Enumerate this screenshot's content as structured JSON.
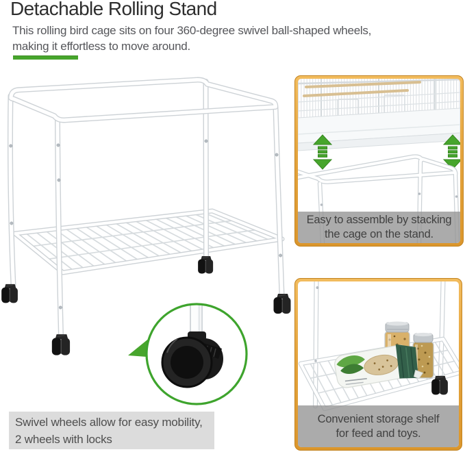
{
  "header": {
    "title": "Detachable Rolling Stand",
    "desc_line1": "This rolling bird cage sits on four 360-degree swivel ball-shaped wheels,",
    "desc_line2": "making it effortless to move around."
  },
  "callouts": {
    "assemble": {
      "line1": "Easy to assemble by stacking",
      "line2": "the cage on the stand."
    },
    "storage": {
      "line1": "Convenient storage shelf",
      "line2": "for feed and toys."
    },
    "wheels": {
      "line1": "Swivel wheels allow for easy mobility,",
      "line2": "2 wheels with locks"
    }
  },
  "colors": {
    "accent_green": "#47A52C",
    "callout_border_orange": "#E5A53E",
    "caption_band_gray": "#ABABAB",
    "wheel_caption_gray": "#DCDCDC",
    "title_text": "#2E2E2E",
    "body_text": "#55565A",
    "stand_outline": "#CDD2D6"
  },
  "icons": [
    "stack-arrow-icon-left",
    "stack-arrow-icon-right",
    "callout-pointer-icon",
    "caster-wheel-icon"
  ]
}
